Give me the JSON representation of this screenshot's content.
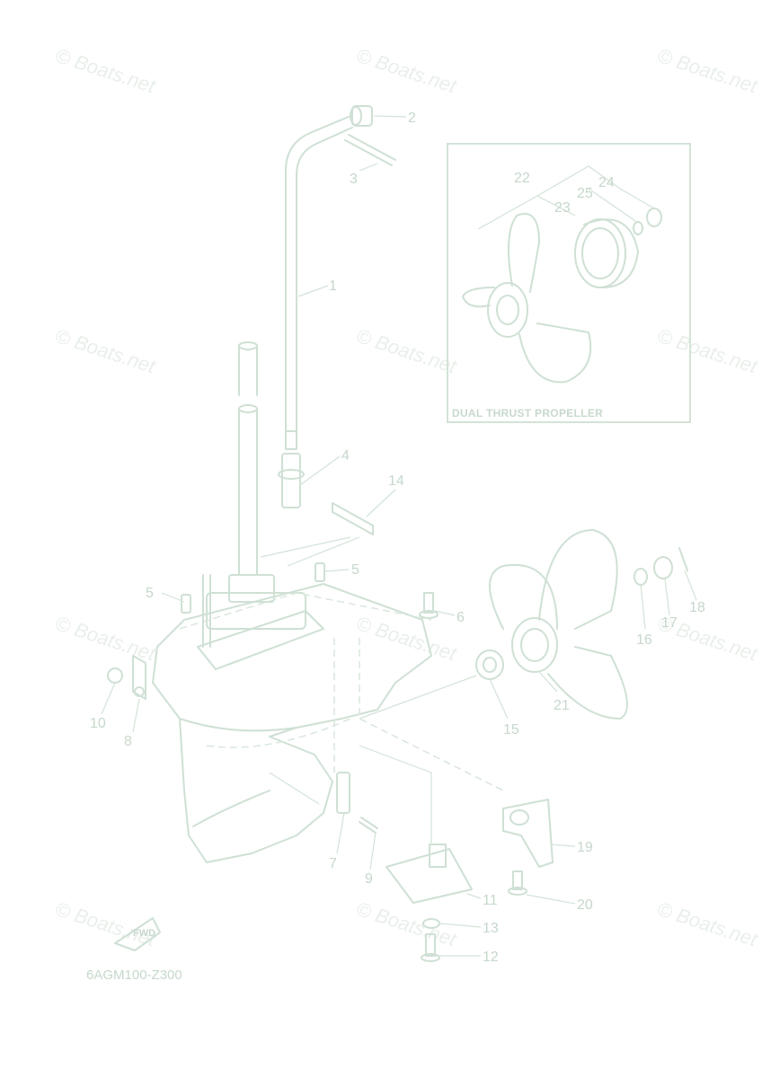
{
  "watermark": "© Boats.net",
  "inset_title": "DUAL THRUST PROPELLER",
  "diagram_code": "6AGM100-Z300",
  "fwd_label": "FWD",
  "callouts": [
    "1",
    "2",
    "3",
    "4",
    "5",
    "5",
    "6",
    "7",
    "8",
    "9",
    "10",
    "11",
    "12",
    "13",
    "14",
    "15",
    "16",
    "17",
    "18",
    "19",
    "20",
    "21",
    "22",
    "23",
    "24",
    "25"
  ]
}
